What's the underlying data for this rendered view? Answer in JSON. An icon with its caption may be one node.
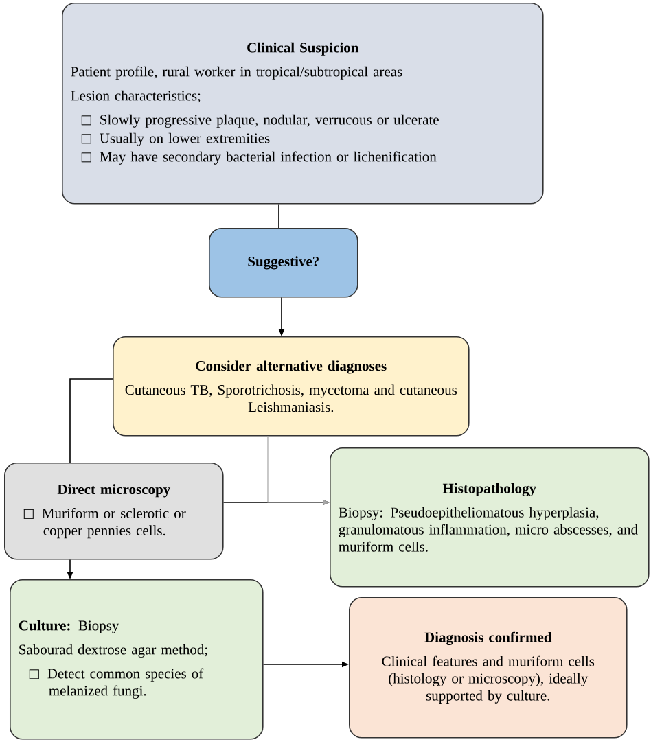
{
  "diagram": {
    "nodes": [
      {
        "text": [
          "Clinical Suspicion",
          "Patient profile, rural worker in tropical/subtropical areas",
          "Lesion characteristics;",
          "Slowly progressive plaque, nodular, verrucous or ulcerate",
          "Usually on lower extremities",
          "May have secondary  bacterial infection or lichenification"
        ]
      },
      {
        "text": [
          "Suggestive?"
        ]
      },
      {
        "text": [
          "Consider alternative diagnoses",
          "Cutaneous TB, Sporotrichosis, mycetoma and cutaneous Leishmaniasis."
        ]
      },
      {
        "text": [
          "Direct microscopy",
          "Muriform or sclerotic or copper pennies cells."
        ]
      },
      {
        "text": [
          "Histopathology",
          "Biopsy: Pseudoepitheliomatous hyperplasia, granulomatous inflammation, micro abscesses, and muriform cells."
        ]
      },
      {
        "text": [
          "**Culture:** Biopsy",
          "Sabourad dextrose agar method;",
          "Detect common species of melanized fungi."
        ]
      },
      {
        "text": [
          "Diagnosis confirmed",
          "Clinical features and muriform cells (histology or microscopy), ideally supported by culture."
        ]
      }
    ],
    "edges": [
      {
        "from": 0,
        "to": 1,
        "arrow": "none"
      },
      {
        "from": 1,
        "to": 2,
        "arrow": "to"
      },
      {
        "from": 2,
        "to": 3,
        "arrow": "none"
      },
      {
        "from": 3,
        "to": 4,
        "arrow": "to"
      },
      {
        "from": 2,
        "to": 4,
        "arrow": "to",
        "color": "#a6a6a6"
      },
      {
        "from": 3,
        "to": 5,
        "arrow": "to"
      },
      {
        "from": 5,
        "to": 6,
        "arrow": "to"
      }
    ]
  }
}
